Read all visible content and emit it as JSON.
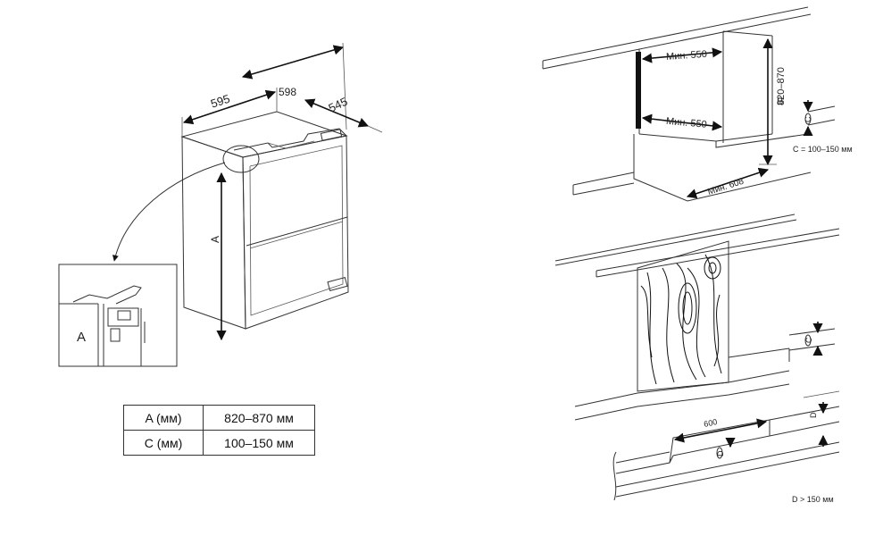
{
  "left_drawing": {
    "dim_width": "595",
    "dim_top": "598",
    "dim_depth": "545",
    "label_a": "A",
    "detail_label": "A"
  },
  "spec_table": [
    {
      "param": "A (мм)",
      "value": "820–870 мм"
    },
    {
      "param": "C (мм)",
      "value": "100–150 мм"
    }
  ],
  "upper_right": {
    "min_top": "Мин. 550",
    "min_bottom": "Мин. 550",
    "height_range": "820–870",
    "label_b": "B",
    "label_c": "C",
    "note_c": "C = 100–150 мм",
    "min_width": "Мин. 608"
  },
  "lower_right": {
    "vent_width": "600",
    "label_c": "C",
    "label_d_top": "D",
    "label_d": "D",
    "note_d": "D > 150 мм"
  }
}
